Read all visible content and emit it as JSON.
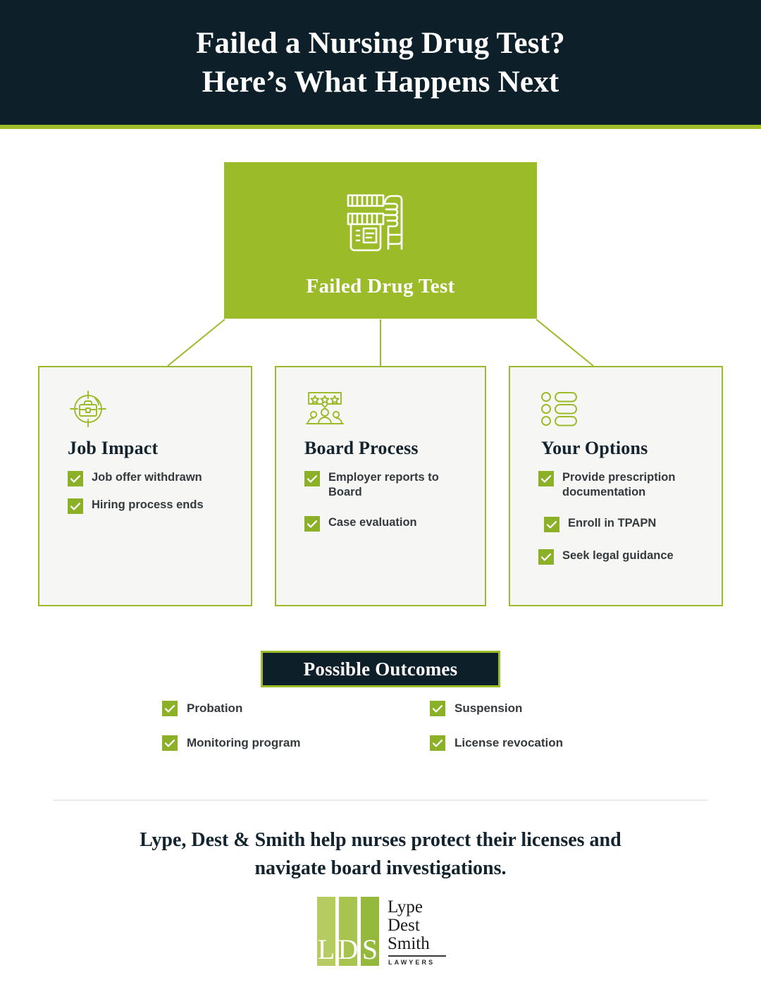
{
  "header": {
    "title_line_1": "Failed a Nursing Drug Test?",
    "title_line_2": "Here’s What Happens Next",
    "background_color": "#0d1f29",
    "accent_color": "#a2bd2a"
  },
  "hero": {
    "label": "Failed Drug Test",
    "icon": "urine-sample-cup-in-hand-icon",
    "background_color": "#9cbb29",
    "text_color": "#ffffff"
  },
  "cards": [
    {
      "title": "Job Impact",
      "icon": "briefcase-target-icon",
      "items": [
        "Job offer withdrawn",
        "Hiring process ends"
      ]
    },
    {
      "title": "Board Process",
      "icon": "review-board-people-stars-icon",
      "items": [
        "Employer reports to Board",
        "Case evaluation"
      ]
    },
    {
      "title": "Your Options",
      "icon": "options-list-icon",
      "items": [
        "Provide prescription documentation",
        "Enroll in TPAPN",
        "Seek legal guidance"
      ]
    }
  ],
  "outcomes": {
    "banner_label": "Possible Outcomes",
    "items": [
      "Probation",
      "Suspension",
      "Monitoring program",
      "License revocation"
    ]
  },
  "footer": {
    "tagline_line_1": "Lype, Dest & Smith help nurses protect their licenses and",
    "tagline_line_2": "navigate board investigations.",
    "logo": {
      "bar_letters": [
        "L",
        "D",
        "S"
      ],
      "wordmark_line_1": "Lype",
      "wordmark_line_2": "Dest",
      "wordmark_line_3": "Smith",
      "subtitle": "LAWYERS",
      "bar_colors": [
        "#b6cc62",
        "#a9c44e",
        "#95b93d"
      ]
    }
  },
  "theme": {
    "green": "#9cbb29",
    "green_dark": "#8cb028",
    "navy": "#0d1f29",
    "card_bg": "#f6f6f4",
    "text": "#33393d"
  }
}
